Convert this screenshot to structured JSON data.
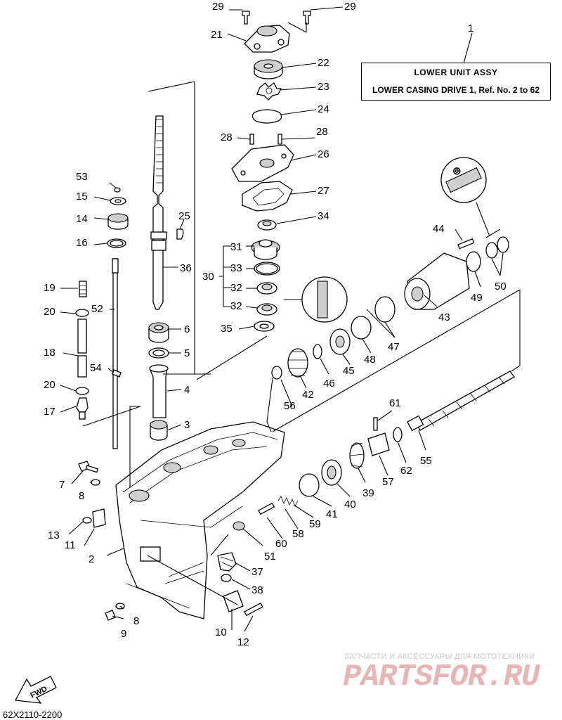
{
  "title_box": {
    "line1": "LOWER UNIT ASSY",
    "line2": "LOWER CASING DRIVE 1, Ref. No. 2 to 62"
  },
  "callouts": [
    "1",
    "2",
    "3",
    "4",
    "5",
    "6",
    "7",
    "8",
    "8",
    "9",
    "10",
    "11",
    "12",
    "13",
    "14",
    "15",
    "16",
    "17",
    "18",
    "19",
    "20",
    "20",
    "21",
    "22",
    "23",
    "24",
    "25",
    "26",
    "27",
    "28",
    "28",
    "29",
    "29",
    "30",
    "31",
    "32",
    "32",
    "33",
    "34",
    "35",
    "36",
    "37",
    "38",
    "39",
    "40",
    "41",
    "42",
    "43",
    "44",
    "45",
    "46",
    "47",
    "48",
    "49",
    "50",
    "51",
    "52",
    "53",
    "54",
    "55",
    "56",
    "57",
    "58",
    "59",
    "60",
    "61",
    "62"
  ],
  "fwd_label": "FWD",
  "watermark": {
    "subtitle": "ЗАПЧАСТИ И АКСЕССУАРЫ ДЛЯ МОТОТЕХНИКИ",
    "logo": "PARTSFOR.RU"
  },
  "diagram_code": "62X2110-2200",
  "colors": {
    "line": "#000000",
    "background": "#ffffff",
    "watermark": "#e9b4b4"
  }
}
